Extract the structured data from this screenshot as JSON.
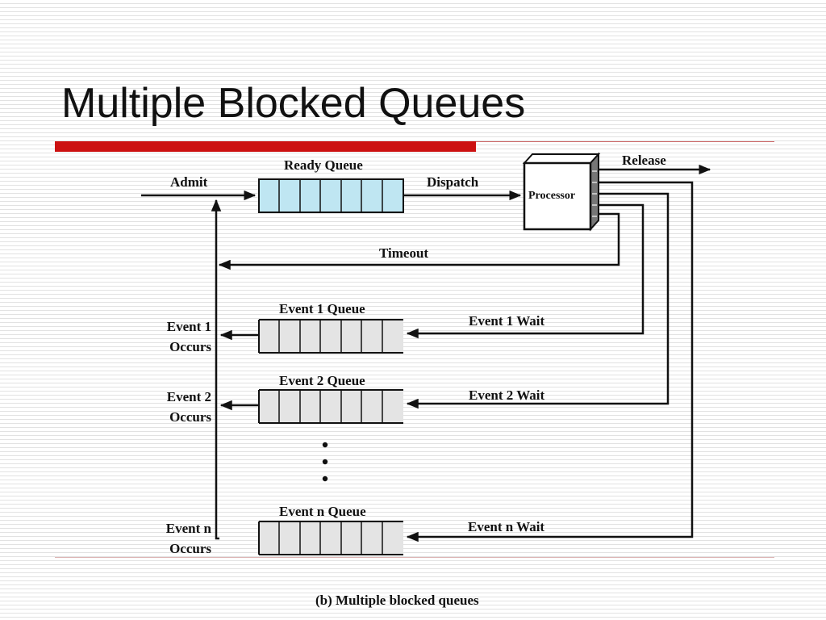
{
  "slide": {
    "title": "Multiple Blocked Queues"
  },
  "diagram": {
    "ready_queue_label": "Ready Queue",
    "admit_label": "Admit",
    "dispatch_label": "Dispatch",
    "processor_label": "Processor",
    "release_label": "Release",
    "timeout_label": "Timeout",
    "event_queues": [
      {
        "name": "Event 1",
        "queue_label": "Event 1 Queue",
        "wait_label": "Event 1 Wait",
        "occurs_line1": "Event 1",
        "occurs_line2": "Occurs"
      },
      {
        "name": "Event 2",
        "queue_label": "Event 2 Queue",
        "wait_label": "Event 2 Wait",
        "occurs_line1": "Event 2",
        "occurs_line2": "Occurs"
      },
      {
        "name": "Event n",
        "queue_label": "Event n Queue",
        "wait_label": "Event n Wait",
        "occurs_line1": "Event n",
        "occurs_line2": "Occurs"
      }
    ],
    "caption": "(b) Multiple blocked queues",
    "colors": {
      "ready_queue_fill": "#bfe6f2",
      "event_queue_fill": "#e4e4e4",
      "accent_bar": "#cc1111"
    }
  }
}
